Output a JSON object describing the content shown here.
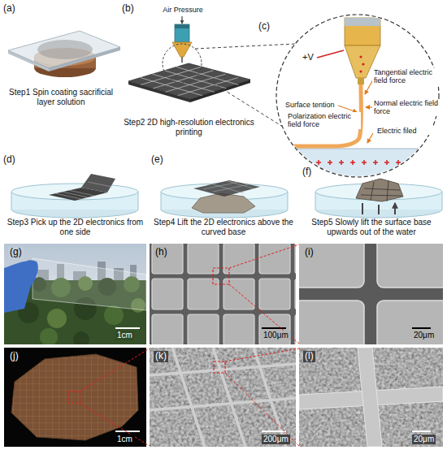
{
  "diagram": {
    "labels": [
      "(a)",
      "Step1 Spin coating sacrificial layer solution",
      "(b)",
      "Air Pressure",
      "Step2 2D high-resolution electronics printing",
      "(c)",
      "+V",
      "Surface tention",
      "Polarization electric field force",
      "Tangential electric field force",
      "Normal electric field force",
      "Electric filed",
      "(d)",
      "Step3 Pick up the 2D electronics from one side",
      "(e)",
      "Step4 Lift the 2D electronics above the curved base",
      "(f)",
      "Step5 Slowly lift the surface base upwards out of the water",
      "(g)",
      "1cm",
      "(h)",
      "100μm",
      "(i)",
      "20μm",
      "(j)",
      "1cm",
      "(k)",
      "200μm",
      "(l)",
      "20μm"
    ]
  }
}
